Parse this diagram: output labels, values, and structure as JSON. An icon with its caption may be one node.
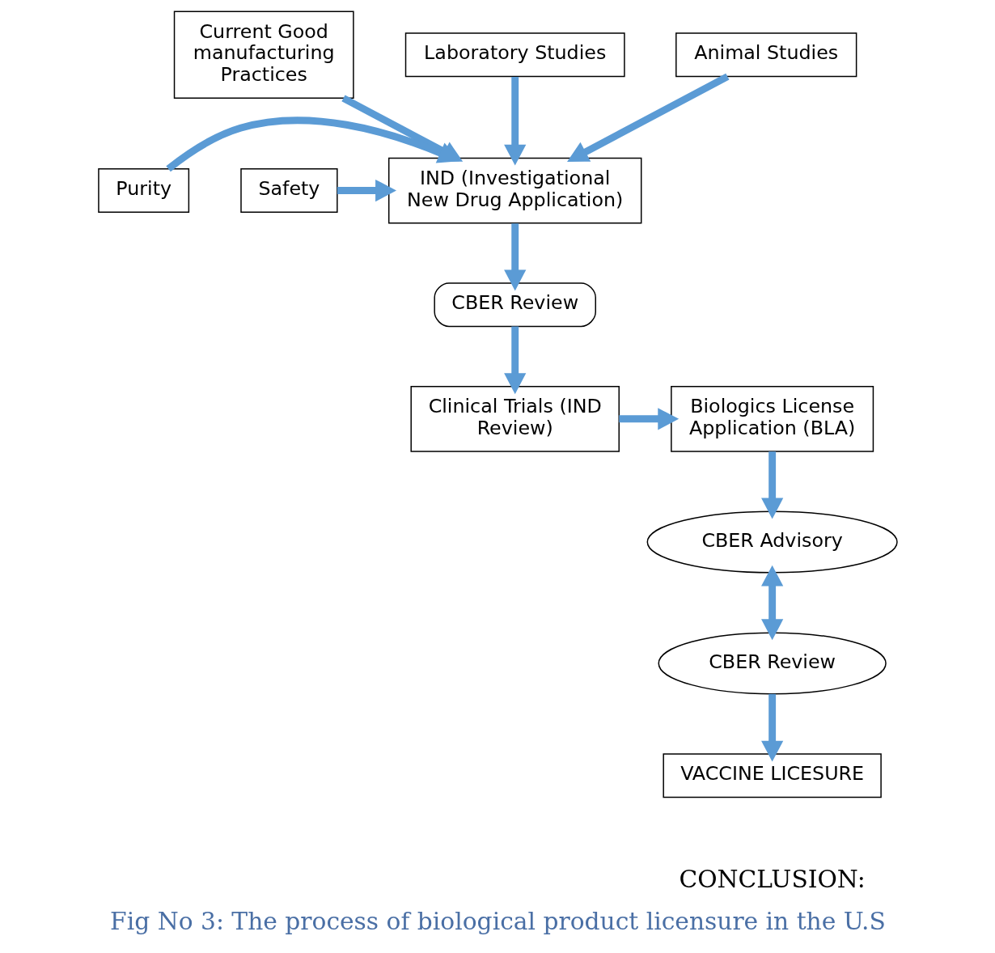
{
  "diagram": {
    "caption": "Fig No 3: The process of biological product licensure in the U.S",
    "nodes": [
      {
        "text": [
          "Current Good manufacturing Practices"
        ]
      },
      {
        "text": [
          "Laboratory Studies"
        ]
      },
      {
        "text": [
          "Animal Studies"
        ]
      },
      {
        "text": [
          "Purity"
        ]
      },
      {
        "text": [
          "IND (Investigational New Drug Application)"
        ]
      },
      {
        "text": [
          "Safety"
        ]
      },
      {
        "text": [
          "Biologics License Application (BLA)"
        ]
      },
      {
        "text": [
          "CBER Review"
        ]
      },
      {
        "text": [
          "Clinical Trials (IND Review)"
        ]
      },
      {
        "text": [
          "CBER Advisory"
        ]
      },
      {
        "text": [
          "CBER Review"
        ]
      },
      {
        "text": [
          "VACCINE LICESURE"
        ]
      }
    ],
    "edges": [
      {
        "from": 0,
        "to": 4,
        "arrow": "to"
      },
      {
        "from": 1,
        "to": 4,
        "arrow": "to"
      },
      {
        "from": 2,
        "to": 4,
        "arrow": "to"
      },
      {
        "from": 3,
        "to": 4,
        "arrow": "to"
      },
      {
        "from": 5,
        "to": 4,
        "arrow": "to"
      },
      {
        "from": 4,
        "to": 7,
        "arrow": "to"
      },
      {
        "from": 7,
        "to": 8,
        "arrow": "to"
      },
      {
        "from": 8,
        "to": 6,
        "arrow": "to"
      },
      {
        "from": 6,
        "to": 9,
        "arrow": "to"
      },
      {
        "from": 9,
        "to": 10,
        "arrow": "both"
      },
      {
        "from": 10,
        "to": 11,
        "arrow": "to"
      }
    ],
    "labels": [
      "CONCLUSION:"
    ]
  }
}
